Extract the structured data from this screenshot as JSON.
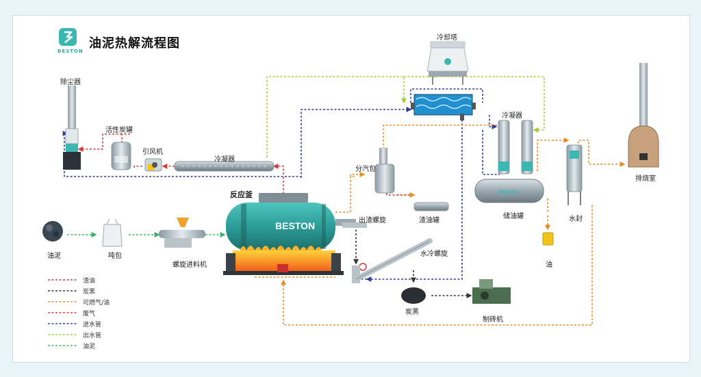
{
  "header": {
    "title": "油泥热解流程图",
    "brand": "BESTON"
  },
  "components": {
    "cooling_tower": "冷却塔",
    "dust_remover": "除尘器",
    "activated_carbon_tank": "活性炭罐",
    "induced_fan": "引风机",
    "condenser_small": "冷凝器",
    "condenser_large": "冷凝器",
    "reactor": "反应釜",
    "steam_separator": "分汽包",
    "residue_oil_tank": "渣油罐",
    "oil_storage_tank": "储油罐",
    "water_seal": "水封",
    "exhaust_chamber": "排烧室",
    "oil_sludge": "油泥",
    "ton_bag": "吨包",
    "screw_feeder": "螺旋进料机",
    "slag_screw": "出渣螺旋",
    "water_cooling_screw": "水冷螺旋",
    "carbon_black": "炭黑",
    "brick_machine": "制砖机",
    "oil": "油"
  },
  "legend": [
    {
      "label": "渣油",
      "color": "#b5473a"
    },
    {
      "label": "炭黑",
      "color": "#333333"
    },
    {
      "label": "可燃气/油",
      "color": "#f08a24"
    },
    {
      "label": "废气",
      "color": "#d93a3a"
    },
    {
      "label": "进水管",
      "color": "#2f3d96"
    },
    {
      "label": "出水管",
      "color": "#9fcf3b"
    },
    {
      "label": "油泥",
      "color": "#33b06a"
    }
  ],
  "colors": {
    "accent": "#39b7b0",
    "residue_oil": "#b5473a",
    "carbon": "#333333",
    "gas_oil": "#f08a24",
    "exhaust": "#d93a3a",
    "water_in": "#2f3d96",
    "water_out": "#9fcf3b",
    "sludge": "#33b06a"
  }
}
